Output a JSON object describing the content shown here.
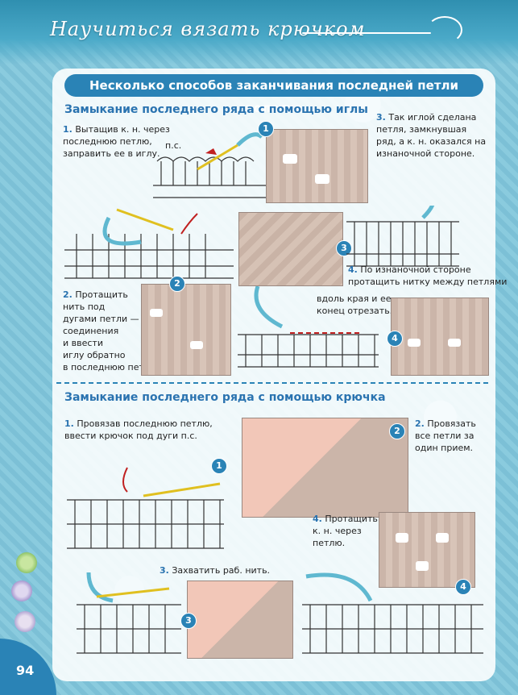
{
  "header": {
    "title": "Научиться вязать крючком"
  },
  "section_title": "Несколько способов заканчивания последней петли полотна",
  "part1": {
    "title": "Замыкание последнего ряда с помощью иглы",
    "step1": {
      "num": "1.",
      "text1": "Вытащив к. н. через",
      "text2": "последнюю петлю,",
      "text3": "заправить ее в иглу.",
      "label": "п.с."
    },
    "step2": {
      "num": "2.",
      "text1": "Протащить",
      "text2": "нить под",
      "text3": "дугами петли —",
      "text4": "соединения",
      "text5": "и ввести",
      "text6": "иглу обратно",
      "text7": "в последнюю петлю."
    },
    "step3": {
      "num": "3.",
      "text1": "Так иглой сделана",
      "text2": "петля, замкнувшая",
      "text3": "ряд, а к. н. оказался на",
      "text4": "изнаночной стороне."
    },
    "step4": {
      "num": "4.",
      "text1": "По изнаночной стороне",
      "text2": "протащить нитку между петлями",
      "text3": "вдоль края и ее",
      "text4": "конец отрезать."
    }
  },
  "part2": {
    "title": "Замыкание последнего ряда с помощью крючка",
    "step1": {
      "num": "1.",
      "text1": "Провязав последнюю петлю,",
      "text2": "ввести крючок под дуги п.с."
    },
    "step2": {
      "num": "2.",
      "text1": "Провязать",
      "text2": "все петли за",
      "text3": "один прием."
    },
    "step3": {
      "num": "3.",
      "text1": "Захватить раб. нить."
    },
    "step4": {
      "num": "4.",
      "text1": "Протащить",
      "text2": "к. н. через",
      "text3": "петлю."
    }
  },
  "badges": {
    "b1": "1",
    "b2": "2",
    "b3": "3",
    "b4": "4"
  },
  "page_number": "94"
}
